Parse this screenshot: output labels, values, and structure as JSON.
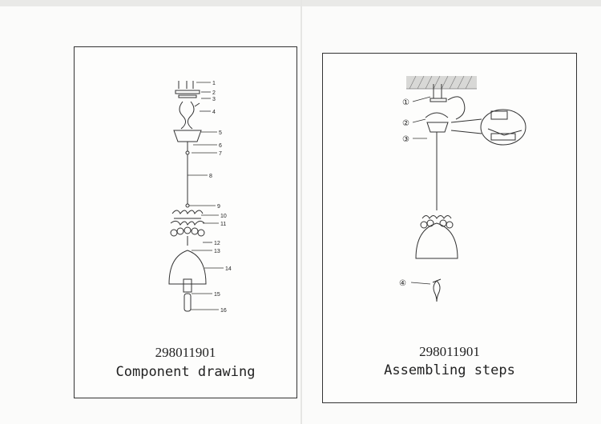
{
  "left_panel": {
    "model_number": "298011901",
    "title": "Component drawing",
    "callouts": [
      "1",
      "2",
      "3",
      "4",
      "5",
      "6",
      "7",
      "8",
      "9",
      "10",
      "11",
      "12",
      "13",
      "14",
      "15",
      "16"
    ]
  },
  "right_panel": {
    "model_number": "298011901",
    "title": "Assembling steps",
    "steps": [
      "①",
      "②",
      "③",
      "④"
    ]
  }
}
